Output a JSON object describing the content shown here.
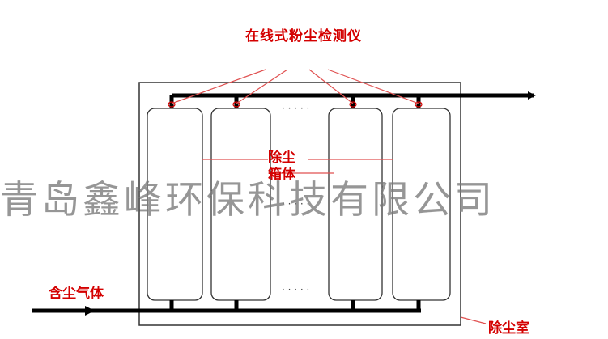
{
  "title": "在线式粉尘检测仪",
  "center_label": {
    "line1": "除尘",
    "line2": "箱体"
  },
  "inlet_label": "含尘气体",
  "room_label": "除尘室",
  "watermark": "青岛鑫峰环保科技有限公司",
  "ellipsis_marks": "· · · · ·",
  "colors": {
    "pipe": "#000000",
    "label": "#d40000",
    "leader": "#e05050",
    "room_border": "#333333",
    "filter_border": "#333333"
  }
}
